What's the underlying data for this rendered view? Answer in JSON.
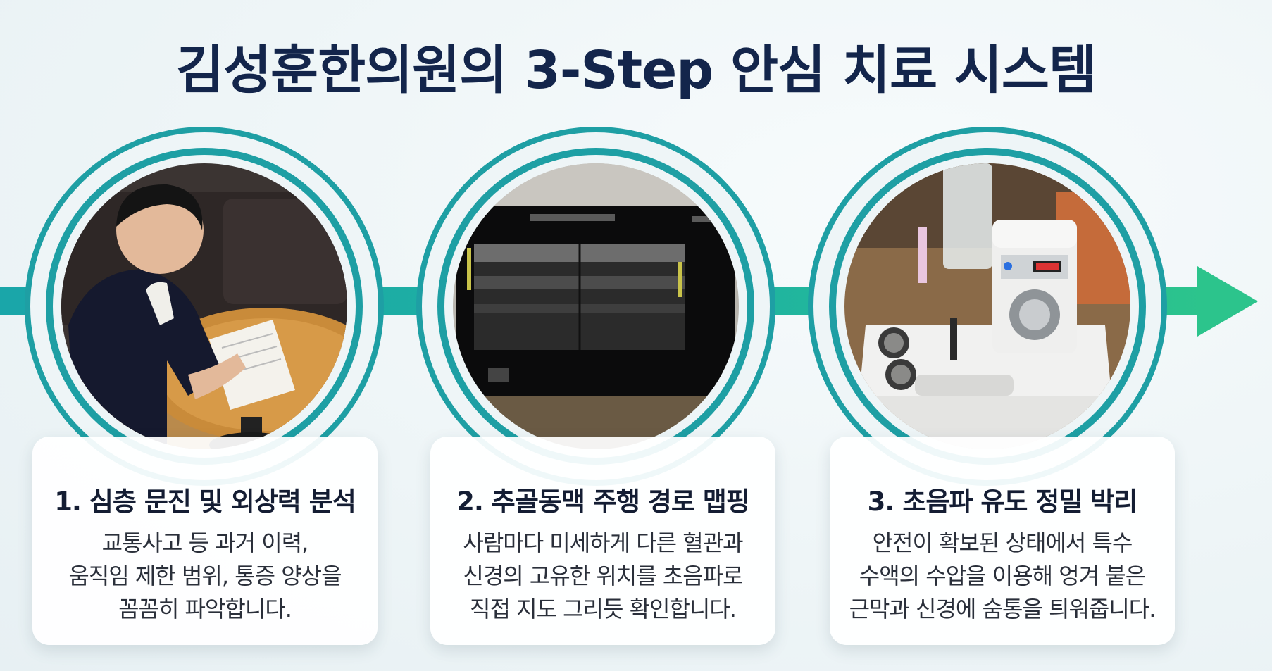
{
  "title": "김성훈한의원의 3-Step 안심 치료 시스템",
  "colors": {
    "title": "#13254b",
    "ring": "#1e9fa4",
    "arrow_start": "#1aa6a9",
    "arrow_end": "#2cc48c",
    "card_bg": "#ffffff"
  },
  "steps": [
    {
      "title": "1. 심층 문진 및 외상력 분석",
      "lines": [
        "교통사고 등 과거 이력,",
        "움직임 제한 범위, 통증 양상을",
        "꼼꼼히 파악합니다."
      ],
      "photo": "patient-writing-questionnaire"
    },
    {
      "title": "2. 추골동맥 주행 경로 맵핑",
      "lines": [
        "사람마다 미세하게 다른 혈관과",
        "신경의 고유한 위치를 초음파로",
        "직접 지도 그리듯 확인합니다."
      ],
      "photo": "ultrasound-monitor"
    },
    {
      "title": "3. 초음파 유도 정밀 박리",
      "lines": [
        "안전이 확보된 상태에서 특수",
        "수액의 수압을 이용해 엉겨 붙은",
        "근막과 신경에 숨통을 틔워줍니다."
      ],
      "photo": "infusion-pump-device"
    }
  ]
}
